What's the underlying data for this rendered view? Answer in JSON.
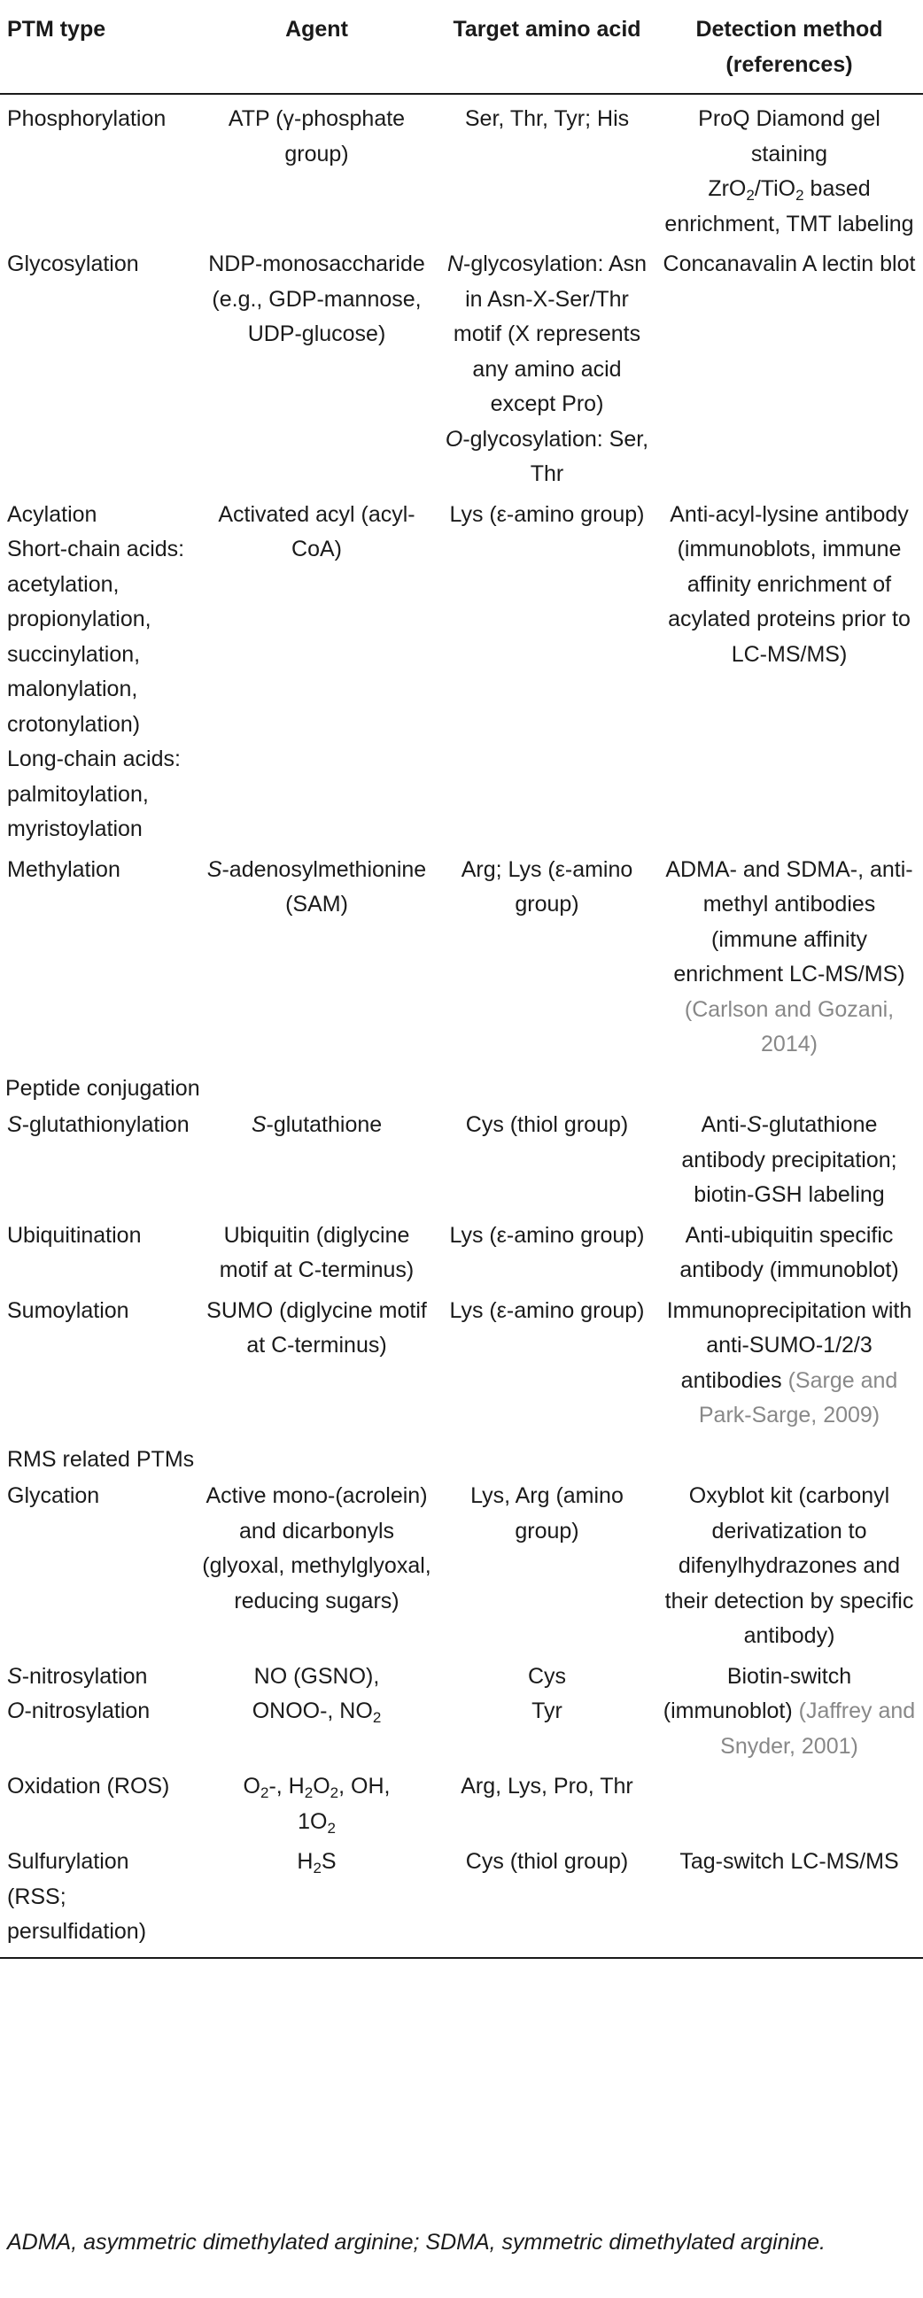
{
  "headers": {
    "ptm_type": "PTM type",
    "agent": "Agent",
    "target": "Target amino acid",
    "detection": "Detection method (references)"
  },
  "rows": {
    "phos": {
      "type": "Phosphorylation",
      "agent": "ATP (γ-phosphate group)",
      "target": "Ser, Thr, Tyr; His",
      "detect_a": "ProQ Diamond gel staining",
      "detect_b_pre": "ZrO",
      "detect_b_sub1": "2",
      "detect_b_mid": "/TiO",
      "detect_b_sub2": "2",
      "detect_b_post": " based enrichment, TMT labeling"
    },
    "glyc": {
      "type": "Glycosylation",
      "agent": "NDP-monosaccharide (e.g., GDP-mannose, UDP-glucose)",
      "target_n_it": "N",
      "target_n_rest": "-glycosylation: Asn in Asn-X-Ser/Thr motif (X represents any amino acid except Pro)",
      "target_o_it": "O",
      "target_o_rest": "-glycosylation: Ser, Thr",
      "detect": "Concanavalin A lectin blot"
    },
    "acyl": {
      "type_1": "Acylation",
      "type_2": "Short-chain acids: acetylation, propionylation, succinylation, malonylation, crotonylation)",
      "type_3": "Long-chain acids: palmitoylation, myristoylation",
      "agent": "Activated acyl (acyl-CoA)",
      "target": "Lys (ε-amino group)",
      "detect": "Anti-acyl-lysine antibody (immunoblots, immune affinity enrichment of acylated proteins prior to LC-MS/MS)"
    },
    "meth": {
      "type": "Methylation",
      "agent_it": "S",
      "agent_rest": "-adenosylmethionine (SAM)",
      "target": "Arg; Lys (ε-amino group)",
      "detect": "ADMA- and SDMA-, anti-methyl antibodies (immune affinity enrichment LC-MS/MS) ",
      "detect_ref": "(Carlson and Gozani, 2014)"
    },
    "peptide_section": "Peptide conjugation",
    "sglut": {
      "type_it": "S",
      "type_rest": "-glutathionylation",
      "agent_it": "S",
      "agent_rest": "-glutathione",
      "target": "Cys (thiol group)",
      "detect_pre": "Anti-",
      "detect_it": "S",
      "detect_rest": "-glutathione antibody precipitation; biotin-GSH labeling"
    },
    "ubiq": {
      "type": "Ubiquitination",
      "agent": "Ubiquitin (diglycine motif at C-terminus)",
      "target": "Lys (ε-amino group)",
      "detect": "Anti-ubiquitin specific antibody (immunoblot)"
    },
    "sumo": {
      "type": "Sumoylation",
      "agent": "SUMO (diglycine motif at C-terminus)",
      "target": "Lys (ε-amino group)",
      "detect": "Immunoprecipitation with anti-SUMO-1/2/3 antibodies ",
      "detect_ref": "(Sarge and Park-Sarge, 2009)"
    },
    "rms_section": "RMS related PTMs",
    "glycation": {
      "type": "Glycation",
      "agent": "Active mono-(acrolein) and dicarbonyls (glyoxal, methylglyoxal, reducing sugars)",
      "target": "Lys, Arg (amino group)",
      "detect": "Oxyblot kit (carbonyl derivatization to difenylhydrazones and their detection by specific antibody)"
    },
    "nitro": {
      "type_1_it": "S",
      "type_1_rest": "-nitrosylation",
      "type_2_it": "O",
      "type_2_rest": "-nitrosylation",
      "agent_1": "NO (GSNO),",
      "agent_2_pre": "ONOO-, NO",
      "agent_2_sub": "2",
      "target_1": "Cys",
      "target_2": "Tyr",
      "detect": "Biotin-switch (immunoblot) ",
      "detect_ref": "(Jaffrey and Snyder, 2001)"
    },
    "oxid": {
      "type": "Oxidation (ROS)",
      "agent_o": "O",
      "agent_o_sub": "2",
      "agent_o_after": "-, H",
      "agent_h_sub": "2",
      "agent_o2": "O",
      "agent_o2_sub": "2",
      "agent_tail": ", OH, ",
      "agent_sup": "1",
      "agent_single": "O",
      "agent_single_sub": "2",
      "target": "Arg, Lys, Pro, Thr"
    },
    "sulf": {
      "type": "Sulfurylation (RSS; persulfidation)",
      "agent_pre": "H",
      "agent_sub": "2",
      "agent_post": "S",
      "target": "Cys (thiol group)",
      "detect": "Tag-switch LC-MS/MS"
    }
  },
  "caption": "ADMA, asymmetric dimethylated arginine; SDMA, symmetric dimethylated arginine.",
  "colors": {
    "text": "#1a1a1a",
    "reference": "#888888",
    "rule": "#1a1a1a"
  }
}
